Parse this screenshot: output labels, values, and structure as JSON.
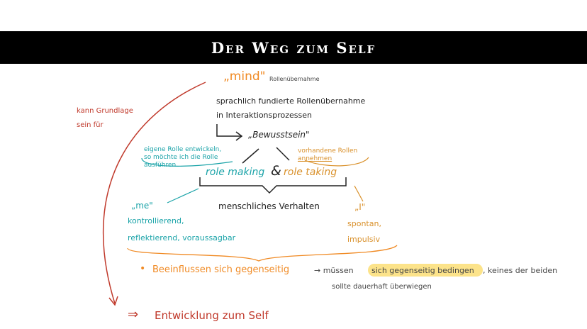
{
  "title": "Der Weg zum Self",
  "colors": {
    "black": "#222222",
    "orange": "#f08a24",
    "teal": "#1aa3a8",
    "red": "#c0392b",
    "orange_dark": "#d9902a",
    "highlight": "#fce38a"
  },
  "diagram": {
    "mind": "„mind\"",
    "rollenuebernahme_note": "Rollenübernahme",
    "line1": "sprachlich fundierte Rollenübernahme",
    "line2": "in Interaktionsprozessen",
    "bewusstsein": "„Bewusstsein\"",
    "teal_note1": "eigene Rolle entwickeln,",
    "teal_note2": "so möchte ich die Rolle",
    "teal_note3": "ausführen",
    "orange_note1": "vorhandene Rollen",
    "orange_note2": "annehmen",
    "role_making": "role making",
    "ampersand": "&",
    "role_taking": "role taking",
    "menschliches": "menschliches Verhalten",
    "me": "„me\"",
    "me_line1": "kontrollierend,",
    "me_line2": "reflektierend, voraussagbar",
    "i_label": "„I\"",
    "i_line1": "spontan,",
    "i_line2": "impulsiv",
    "bullet": "•",
    "beeinflussen": "Beeinflussen sich gegenseitig",
    "arrow_text": "→ müssen",
    "highlighted": "sich gegenseitig bedingen",
    "keines": ", keines der beiden",
    "sollte": "sollte dauerhaft überwiegen",
    "grundlage1": "kann Grundlage",
    "grundlage2": "sein für",
    "entwicklung_arrow": "⇒",
    "entwicklung": "Entwicklung zum Self"
  }
}
